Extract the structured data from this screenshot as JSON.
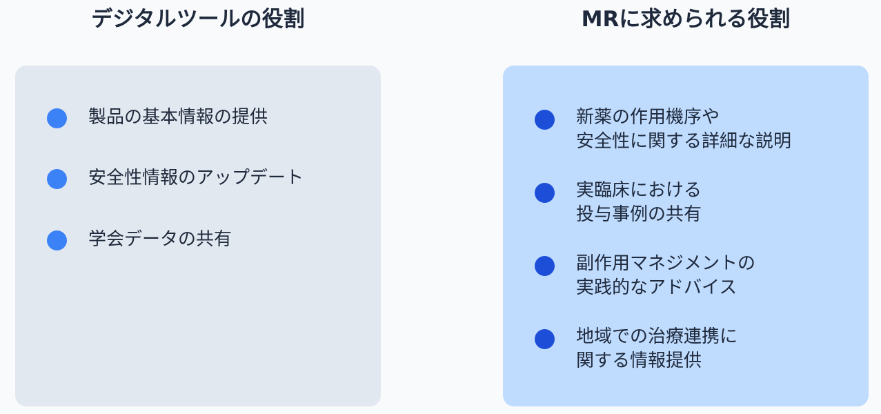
{
  "left": {
    "title": "デジタルツールの役割",
    "items": [
      {
        "lines": [
          "製品の基本情報の提供"
        ]
      },
      {
        "lines": [
          "安全性情報のアップデート"
        ]
      },
      {
        "lines": [
          "学会データの共有"
        ]
      }
    ]
  },
  "right": {
    "title": "MRに求められる役割",
    "items": [
      {
        "lines": [
          "新薬の作用機序や",
          "安全性に関する詳細な説明"
        ]
      },
      {
        "lines": [
          "実臨床における",
          "投与事例の共有"
        ]
      },
      {
        "lines": [
          "副作用マネジメントの",
          "実践的なアドバイス"
        ]
      },
      {
        "lines": [
          "地域での治療連携に",
          "関する情報提供"
        ]
      }
    ]
  },
  "colors": {
    "background": "#f8fafc",
    "left_panel": "#e2e8f0",
    "right_panel": "#bfdbfe",
    "left_bullet": "#3b82f6",
    "right_bullet": "#1d4ed8",
    "text": "#1e293b"
  }
}
